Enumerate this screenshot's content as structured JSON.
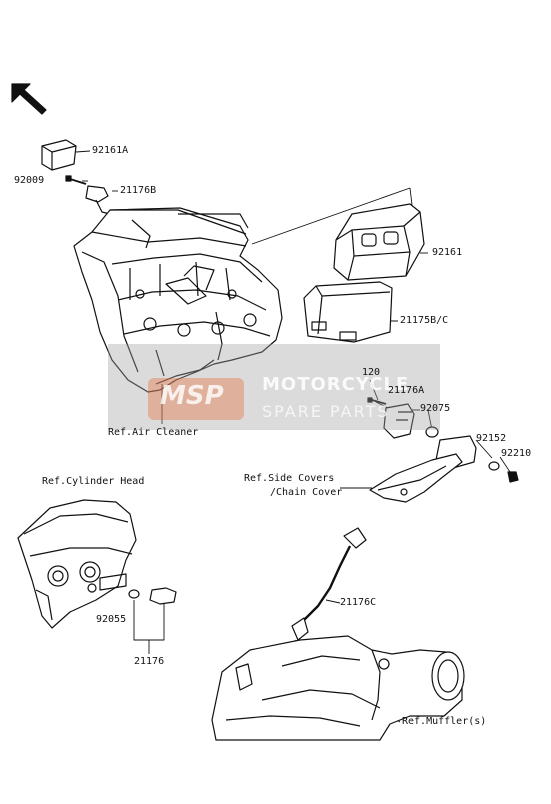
{
  "labels": {
    "p92161A": "92161A",
    "p92009": "92009",
    "p21176B": "21176B",
    "p92161": "92161",
    "p21175BC": "21175B/C",
    "p120": "120",
    "p21176A": "21176A",
    "p92075": "92075",
    "p92152": "92152",
    "p92210": "92210",
    "refAirCleaner": "Ref.Air Cleaner",
    "refCylHead": "Ref.Cylinder Head",
    "refSideCovers1": "Ref.Side Covers",
    "refSideCovers2": "/Chain Cover",
    "p21176C": "21176C",
    "p92055": "92055",
    "p21176": "21176",
    "refMuffler": "Ref.Muffler(s)"
  },
  "watermark": {
    "logo": "MSP",
    "line1": "MOTORCYCLE",
    "line2": "SPARE PARTS"
  },
  "icons": {
    "direction": "front-direction-arrow-icon"
  },
  "colors": {
    "ink": "#111111",
    "watermark_gray": "#a0a0a0",
    "watermark_orange": "#e86028"
  }
}
